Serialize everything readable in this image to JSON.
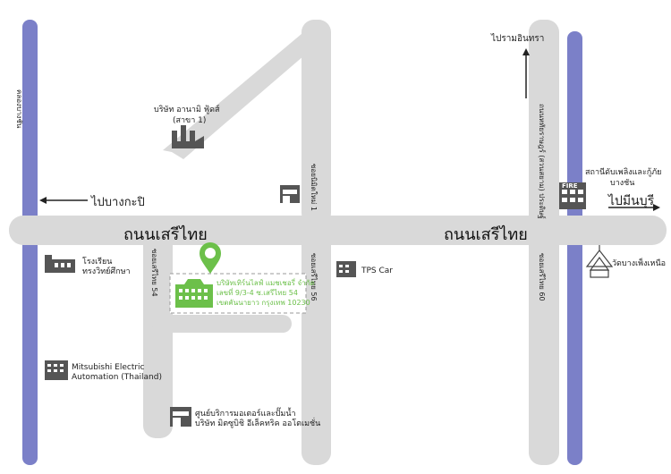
{
  "colors": {
    "road": "#d9d9d9",
    "canal": "#7b80c8",
    "company": "#6cc04a",
    "icon": "#555555"
  },
  "roads": {
    "main_left": "ถนนเสรีไทย",
    "main_right": "ถนนเสรีไทย",
    "soi_54": "ซอยเสรีไทย 54",
    "soi_56": "ซอยเสรีไทย 56",
    "soi_60": "ซอยเสรีไทย 60",
    "soi_nimit": "ซอยนิมิตใหม่ 1",
    "right_vertical": "ถนนหทัยราษฎร์ (สวนสยาม) ประดิษฐ์",
    "canal_left": "คลองบางชัน"
  },
  "directions": {
    "to_bang_kapi": "ไปบางกะปิ",
    "to_ram_intra": "ไปรามอินทรา",
    "to_min_buri": "ไปมีนบุรี"
  },
  "landmarks": {
    "fire_station": [
      "สถานีดับเพลิงและกู้ภัย",
      "บางชัน"
    ],
    "fire_sign": "FIRE",
    "factory": [
      "บริษัท อานามิ ฟู้ดส์",
      "(สาขา 1)"
    ],
    "school": [
      "โรงเรียน",
      "ทรงวิทย์ศึกษา"
    ],
    "mitsubishi": [
      "Mitsubishi Electric",
      "Automation (Thailand)"
    ],
    "tps": "TPS Car",
    "temple": "วัดบางเพ็งเหนือ",
    "service_center": [
      "ศูนย์บริการมอเตอร์และปั๊มน้ำ",
      "บริษัท มิตซูบิชิ อีเล็คทริค ออโตเมชั่น"
    ]
  },
  "company": {
    "name": "บริษัทเทิร์นไลฟ์ แมชเชอรี่ จำกัด",
    "address": "เลขที่ 9/3-4 ซ.เสรีไทย 54",
    "district": "เขตคันนายาว กรุงเทพ 10230"
  }
}
